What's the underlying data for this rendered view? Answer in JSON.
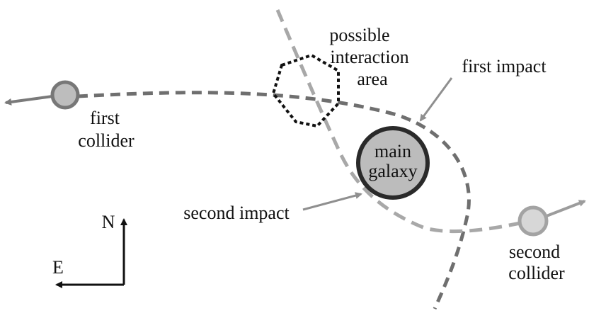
{
  "diagram": {
    "labels": {
      "possible_line1": "possible",
      "possible_line2": "interaction",
      "possible_line3": "area",
      "first_impact": "first impact",
      "first_collider_line1": "first",
      "first_collider_line2": "collider",
      "main_galaxy_line1": "main",
      "main_galaxy_line2": "galaxy",
      "second_impact": "second impact",
      "second_collider_line1": "second",
      "second_collider_line2": "collider",
      "compass_n": "N",
      "compass_e": "E"
    },
    "colors": {
      "dark_gray": "#6f6f6f",
      "light_gray": "#a8a8a8",
      "galaxy_fill": "#bcbcbc",
      "galaxy_border": "#2a2a2a",
      "first_collider_fill": "#bdbdbd",
      "second_collider_fill": "#d7d7d7"
    }
  }
}
